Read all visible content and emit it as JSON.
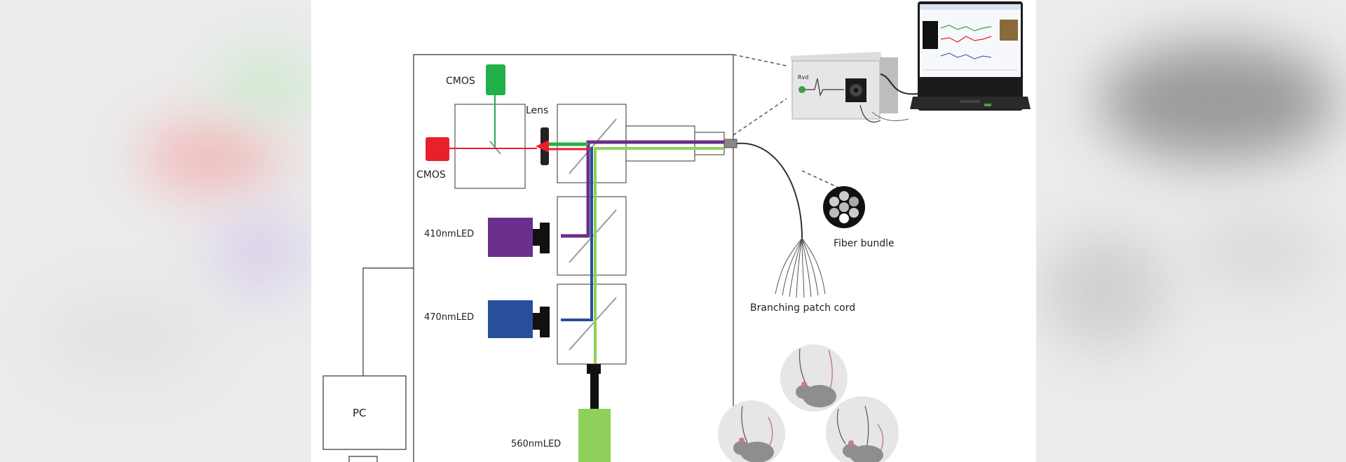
{
  "labels": {
    "cmos_top": "CMOS",
    "cmos_left": "CMOS",
    "lens": "Lens",
    "led_410": "410nmLED",
    "led_470": "470nmLED",
    "led_560": "560nmLED",
    "pc": "PC",
    "fiber_bundle": "Fiber bundle",
    "branching_patch_cord": "Branching patch cord"
  },
  "colors": {
    "cmos_green": "#22b04b",
    "cmos_red": "#e8202a",
    "led_410": "#6a2f8c",
    "led_470": "#2a4f9a",
    "led_560": "#8fd05a",
    "beam_green": "#8fd05a",
    "beam_purple": "#6a2f8c",
    "beam_blue": "#2a4f9a",
    "beam_red": "#e8202a"
  }
}
